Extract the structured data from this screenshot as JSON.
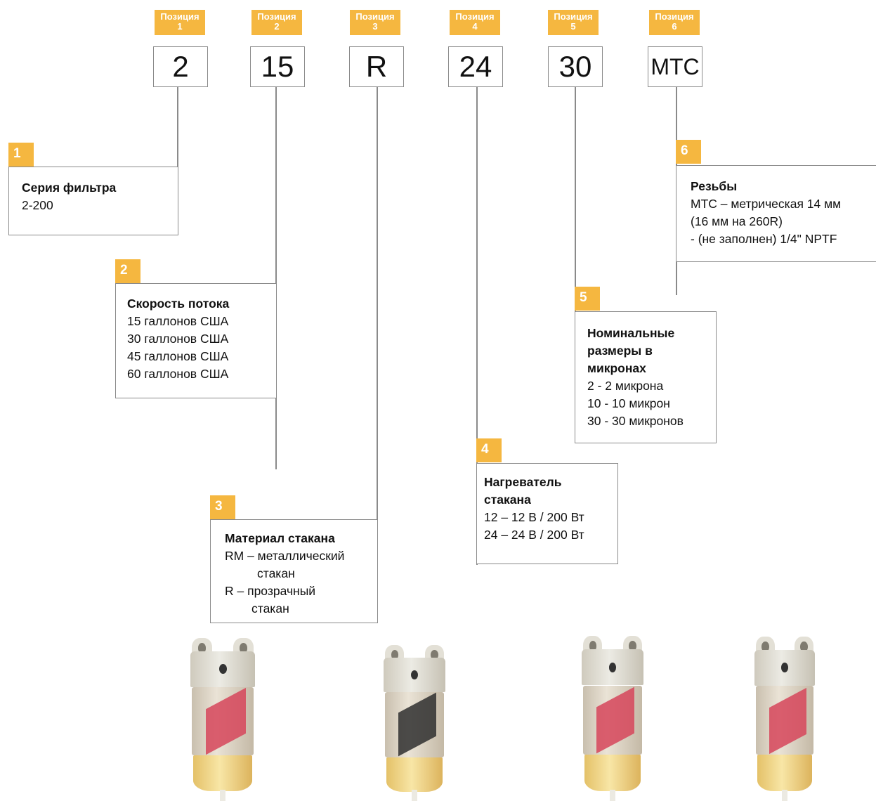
{
  "position_label": "Позиция",
  "positions": [
    {
      "num": "1",
      "code": "2"
    },
    {
      "num": "2",
      "code": "15"
    },
    {
      "num": "3",
      "code": "R"
    },
    {
      "num": "4",
      "code": "24"
    },
    {
      "num": "5",
      "code": "30"
    },
    {
      "num": "6",
      "code": "MTC"
    }
  ],
  "boxes": [
    {
      "num": "1",
      "title": "Серия фильтра",
      "lines": [
        "2-200"
      ]
    },
    {
      "num": "2",
      "title": "Скорость потока",
      "lines": [
        "15 галлонов США",
        "30 галлонов США",
        "45 галлонов США",
        "60 галлонов США"
      ]
    },
    {
      "num": "3",
      "title": "Материал стакана",
      "lines": [
        "RM – металлический",
        "стакан",
        "R – прозрачный",
        "стакан"
      ]
    },
    {
      "num": "4",
      "title_lines": [
        "Нагреватель",
        "стакана"
      ],
      "lines": [
        "12 – 12 В / 200 Вт",
        "24 – 24 В / 200 Вт"
      ]
    },
    {
      "num": "5",
      "title_lines": [
        "Номинальные",
        "размеры в",
        "микронах"
      ],
      "lines": [
        "2 - 2 микрона",
        "10 - 10 микрон",
        "30 - 30 микронов"
      ]
    },
    {
      "num": "6",
      "title": "Резьбы",
      "lines": [
        "MTC – метрическая 14 мм",
        "(16 мм на 260R)",
        "- (не заполнен) 1/4\" NPTF"
      ]
    }
  ],
  "colors": {
    "accent": "#f5b740",
    "border": "#8a8a8a"
  },
  "images": [
    "filter-product",
    "filter-product-dark-label",
    "filter-product",
    "filter-product"
  ]
}
